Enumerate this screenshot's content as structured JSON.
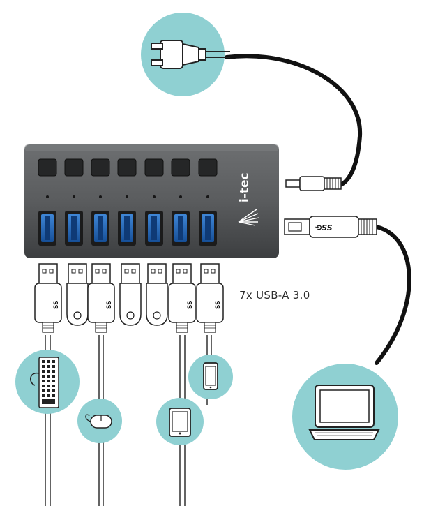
{
  "product": {
    "brand": "i-tec",
    "caption": "7x USB-A 3.0",
    "port_count": 7,
    "power_button_count": 7
  },
  "plugs": [
    {
      "kind": "usb-a-plug",
      "label": "SS"
    },
    {
      "kind": "flash-drive",
      "label": ""
    },
    {
      "kind": "usb-a-plug",
      "label": "SS"
    },
    {
      "kind": "flash-drive",
      "label": ""
    },
    {
      "kind": "flash-drive",
      "label": ""
    },
    {
      "kind": "usb-a-plug",
      "label": "SS"
    },
    {
      "kind": "usb-a-plug",
      "label": "SS"
    }
  ],
  "devices": [
    {
      "name": "keyboard-icon"
    },
    {
      "name": "mouse-icon"
    },
    {
      "name": "tablet-icon"
    },
    {
      "name": "phone-icon"
    },
    {
      "name": "laptop-icon"
    },
    {
      "name": "power-adapter-icon"
    }
  ],
  "colors": {
    "accent_circle": "#8fd0d2",
    "hub_body": "#5b5d5f",
    "port_blue": "#1f63b5",
    "cable": "#111111"
  }
}
